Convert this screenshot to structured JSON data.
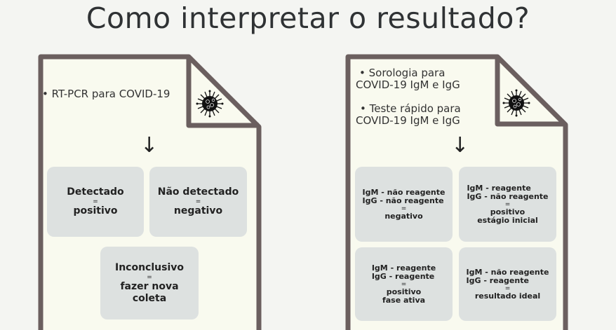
{
  "title": "Como interpretar o resultado?",
  "colors": {
    "paper": "#f9faef",
    "border": "#6b5f5f",
    "box": "#dde1e0"
  },
  "left_doc": {
    "bullet": "• RT-PCR para COVID-19",
    "arrow": "↓",
    "icon": "virus-icon",
    "results": [
      {
        "label": "Detectado",
        "eq": "=",
        "result": "positivo"
      },
      {
        "label": "Não detectado",
        "eq": "=",
        "result": "negativo"
      },
      {
        "label": "Inconclusivo",
        "eq": "=",
        "result": "fazer nova coleta"
      }
    ]
  },
  "right_doc": {
    "bullet1_a": "• Sorologia para",
    "bullet1_b": "COVID-19 IgM e IgG",
    "bullet2_a": "•  Teste rápido para",
    "bullet2_b": "COVID-19 IgM e IgG",
    "arrow": "↓",
    "icon": "virus-icon",
    "results": [
      {
        "igm": "IgM - não reagente",
        "igg": "IgG - não reagente",
        "eq": "=",
        "result": "negativo",
        "result2": ""
      },
      {
        "igm": "IgM - reagente",
        "igg": "IgG - não reagente",
        "eq": "=",
        "result": "positivo",
        "result2": "estágio inicial"
      },
      {
        "igm": "IgM - reagente",
        "igg": "IgG - reagente",
        "eq": "=",
        "result": "positivo",
        "result2": "fase ativa"
      },
      {
        "igm": "IgM - não reagente",
        "igg": "IgG - reagente",
        "eq": "=",
        "result": "resultado ideal",
        "result2": ""
      }
    ]
  }
}
